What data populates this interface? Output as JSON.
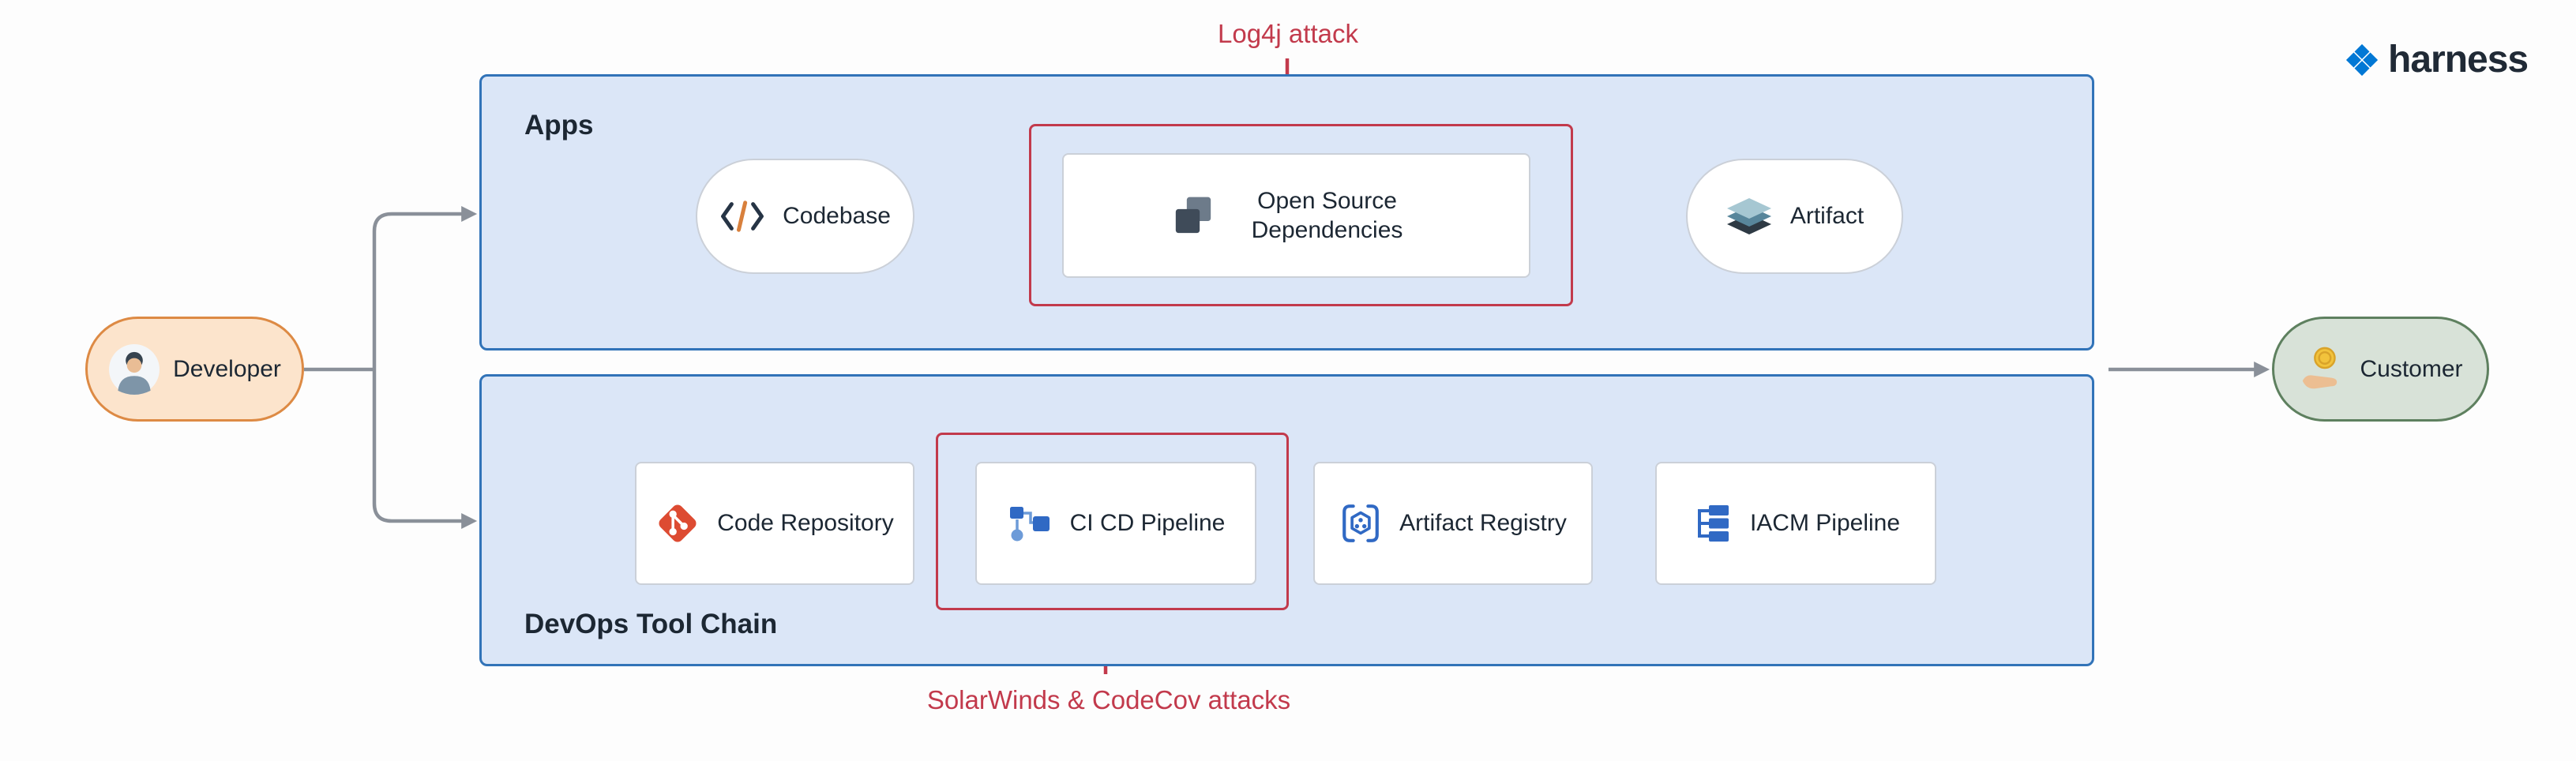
{
  "brand": {
    "logo_text": "harness"
  },
  "annotations": {
    "log4j": "Log4j attack",
    "solarwinds": "SolarWinds & CodeCov attacks"
  },
  "actors": {
    "developer": {
      "label": "Developer",
      "icon": "developer-avatar-icon"
    },
    "customer": {
      "label": "Customer",
      "icon": "customer-hand-coin-icon"
    }
  },
  "containers": {
    "apps": {
      "title": "Apps",
      "nodes": [
        {
          "id": "codebase",
          "label": "Codebase",
          "icon": "code-icon",
          "shape": "ellipse"
        },
        {
          "id": "open-source-dependencies",
          "label": "Open Source Dependencies",
          "icon": "dependencies-icon",
          "shape": "rect",
          "highlighted": true,
          "attack_annotation": "Log4j attack"
        },
        {
          "id": "artifact",
          "label": "Artifact",
          "icon": "layers-icon",
          "shape": "ellipse"
        }
      ]
    },
    "devops": {
      "title": "DevOps Tool Chain",
      "nodes": [
        {
          "id": "code-repository",
          "label": "Code Repository",
          "icon": "git-icon",
          "shape": "rect"
        },
        {
          "id": "ci-cd-pipeline",
          "label": "CI CD Pipeline",
          "icon": "pipeline-icon",
          "shape": "rect",
          "highlighted": true,
          "attack_annotation": "SolarWinds & CodeCov attacks"
        },
        {
          "id": "artifact-registry",
          "label": "Artifact Registry",
          "icon": "package-registry-icon",
          "shape": "rect"
        },
        {
          "id": "iacm-pipeline",
          "label": "IACM Pipeline",
          "icon": "iacm-hierarchy-icon",
          "shape": "rect"
        }
      ]
    }
  },
  "edges": [
    {
      "from": "developer",
      "to": "apps"
    },
    {
      "from": "developer",
      "to": "devops-tool-chain"
    },
    {
      "from": "codebase",
      "to": "open-source-dependencies"
    },
    {
      "from": "open-source-dependencies",
      "to": "artifact"
    },
    {
      "from": "code-repository",
      "to": "ci-cd-pipeline"
    },
    {
      "from": "ci-cd-pipeline",
      "to": "artifact-registry"
    },
    {
      "from": "artifact-registry",
      "to": "iacm-pipeline"
    },
    {
      "from": "apps-and-devops",
      "to": "customer"
    },
    {
      "from": "log4j-attack-label",
      "to": "open-source-dependencies",
      "color": "red"
    },
    {
      "from": "solarwinds-codecov-label",
      "to": "ci-cd-pipeline",
      "color": "red"
    }
  ],
  "colors": {
    "container_fill": "#dbe6f7",
    "container_border": "#3173b8",
    "node_border": "#cbd0d8",
    "attack_red": "#c23a4c",
    "arrow_gray": "#8a9099",
    "developer_fill": "#fce4cc",
    "developer_border": "#dd8a44",
    "customer_fill": "#d8e2d8",
    "customer_border": "#5e805f",
    "harness_blue": "#0278d5",
    "text": "#1c2733"
  }
}
